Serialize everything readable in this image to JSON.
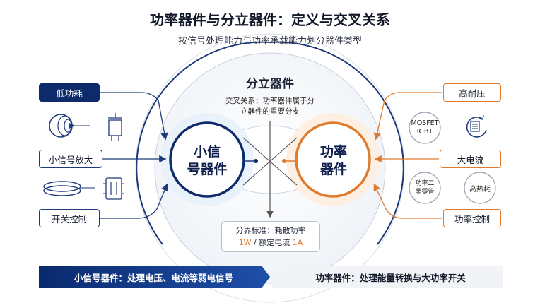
{
  "title": "功率器件与分立器件：定义与交叉关系",
  "subtitle": "按信号处理能力与功率承载能力划分器件类型",
  "center": {
    "title": "分立器件",
    "cross_relation_line1": "交叉关系：功率器件属于分",
    "cross_relation_line2": "立器件的重要分支"
  },
  "left_circle": {
    "line1": "小信",
    "line2": "号器件"
  },
  "right_circle": {
    "line1": "功率",
    "line2": "器件"
  },
  "left_labels": [
    "低功耗",
    "小信号放大",
    "开关控制"
  ],
  "right_labels": [
    "高耐压",
    "大电流",
    "功率控制"
  ],
  "right_icons": {
    "mosfet_line1": "MOSFET",
    "mosfet_line2": "IGBT",
    "diode_line1": "功率二",
    "diode_line2": "晶零管",
    "heat": "高热耗"
  },
  "standard": {
    "line1": "分界标准：耗散功率",
    "value1": "1W",
    "separator": " / 额定电流 ",
    "value2": "1A"
  },
  "bottom": {
    "left": "小信号器件：处理电压、电流等弱电信号",
    "right": "功率器件：处理能量转换与大功率开关"
  },
  "colors": {
    "navy": "#0d2a6b",
    "blue": "#1e3a7a",
    "orange": "#e07a2c",
    "light_blue_fill": "#e9f1fb",
    "light_orange_fill": "#fdf0e2"
  }
}
